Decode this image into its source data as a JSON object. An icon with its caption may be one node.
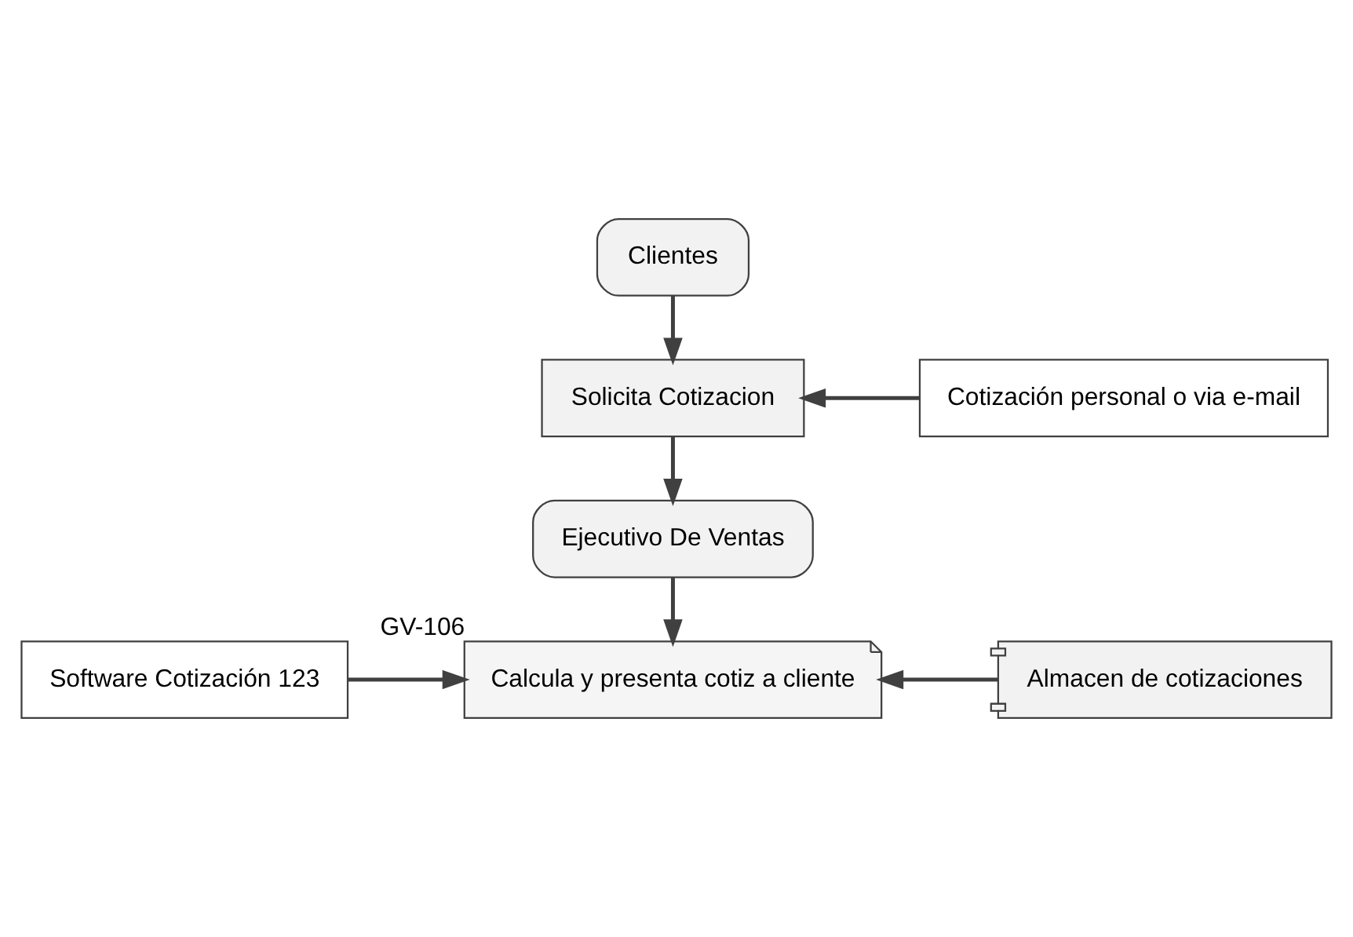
{
  "diagram": {
    "nodes": [
      {
        "text": [
          "Clientes"
        ]
      },
      {
        "text": [
          "Solicita Cotizacion"
        ]
      },
      {
        "text": [
          "Cotización personal o via e-mail"
        ]
      },
      {
        "text": [
          "Ejecutivo De Ventas"
        ]
      },
      {
        "text": [
          "Software Cotización 123"
        ]
      },
      {
        "text": [
          "Calcula y presenta cotiz a cliente"
        ],
        "beside": [
          "GV-106"
        ]
      },
      {
        "text": [
          "Almacen de cotizaciones"
        ]
      }
    ],
    "edges": [
      {
        "from": 0,
        "to": 1,
        "arrow": "to"
      },
      {
        "from": 2,
        "to": 1,
        "arrow": "to"
      },
      {
        "from": 1,
        "to": 3,
        "arrow": "to"
      },
      {
        "from": 3,
        "to": 5,
        "arrow": "to"
      },
      {
        "from": 4,
        "to": 5,
        "arrow": "to"
      },
      {
        "from": 6,
        "to": 5,
        "arrow": "to"
      }
    ]
  }
}
